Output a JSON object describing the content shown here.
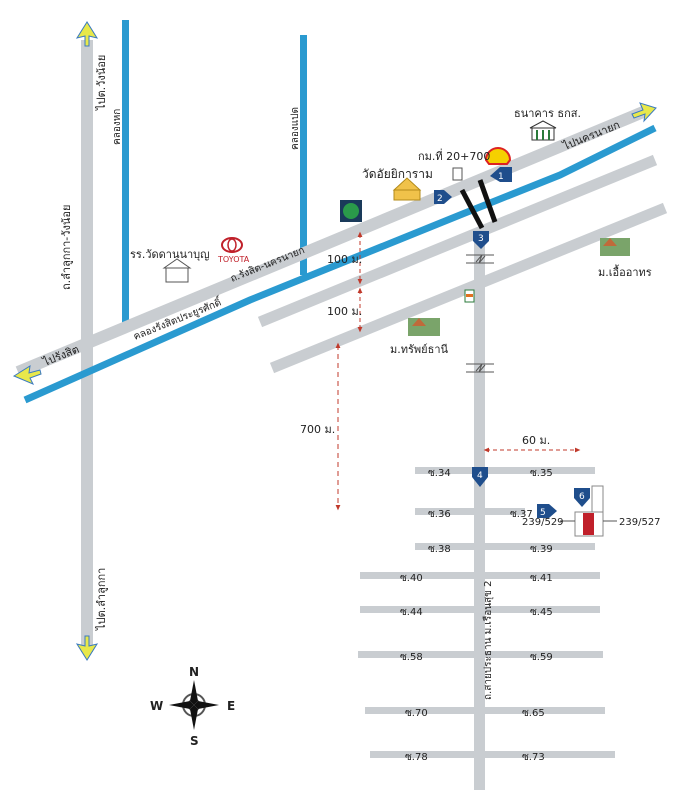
{
  "map": {
    "roads": {
      "west_road_north": "ไปต.วังน้อย",
      "west_road_name": "ถ.ลำลูกกา-วังน้อย",
      "west_road_south": "ไปต.ลำลูกกา",
      "to_rangsit": "ไปรังสิต",
      "to_nakhon_nayok": "ไปนครนายก",
      "rangsit_nakhon_nayok": "ถ.รังสิต-นครนายก",
      "canal_main": "คลองรังสิตประยูรศักดิ์",
      "canal_1": "คลองหก",
      "canal_2": "คลองแปด",
      "soi_main": "ถ.สายประธาน ม.เรือนสุข 2"
    },
    "landmarks": {
      "bank": "ธนาคาร ธกส.",
      "km_marker": "กม.ที่ 20+700",
      "temple": "วัดอัยยิการาม",
      "school": "รร.วัดดานนาบุญ",
      "toyota": "TOYOTA",
      "village_1": "ม.เอื้ออาทร",
      "village_2": "ม.ทรัพย์ธานี"
    },
    "distances": {
      "d1": "100 ม.",
      "d2": "100 ม.",
      "d3": "700 ม.",
      "d4": "60 ม."
    },
    "markers": [
      "1",
      "2",
      "3",
      "4",
      "5",
      "6"
    ],
    "plots": {
      "left": "239/529",
      "right": "239/527"
    },
    "sois": [
      {
        "left": "ซ.34",
        "right": "ซ.35"
      },
      {
        "left": "ซ.36",
        "right": "ซ.37"
      },
      {
        "left": "ซ.38",
        "right": "ซ.39"
      },
      {
        "left": "ซ.40",
        "right": "ซ.41"
      },
      {
        "left": "ซ.44",
        "right": "ซ.45"
      },
      {
        "left": "ซ.58",
        "right": "ซ.59"
      },
      {
        "left": "ซ.70",
        "right": "ซ.65"
      },
      {
        "left": "ซ.78",
        "right": "ซ.73"
      }
    ],
    "compass": {
      "n": "N",
      "s": "S",
      "e": "E",
      "w": "W"
    },
    "colors": {
      "road": "#c9cdd1",
      "canal": "#2a9ad0",
      "marker": "#1f4e8c",
      "arrow": "#e8e84a",
      "dashed": "#c0392b",
      "target": "#c0202a"
    }
  }
}
